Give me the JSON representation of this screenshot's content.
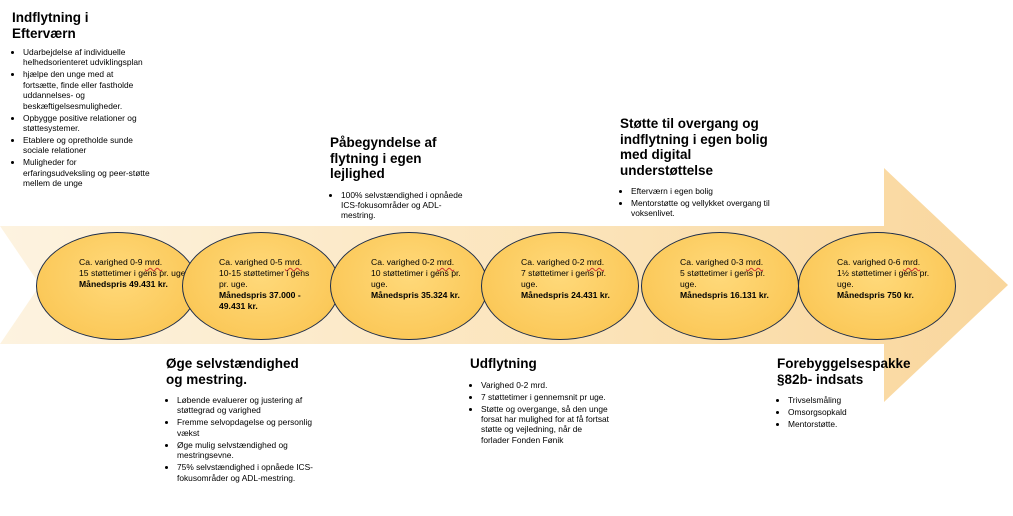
{
  "top_blocks": [
    {
      "title": "Indflytning i Efterværn",
      "items": [
        "Udarbejdelse af individuelle helhedsorienteret udviklingsplan",
        "hjælpe den unge med at fortsætte, finde eller fastholde uddannelses- og beskæftigelsesmuligheder.",
        "Opbygge positive relationer og støttesystemer.",
        "Etablere og opretholde sunde sociale relationer",
        "Muligheder for erfaringsudveksling og peer-støtte mellem de unge"
      ]
    },
    {
      "title": "Påbegyndelse af flytning i egen lejlighed",
      "items": [
        "100% selvstændighed i opnåede ICS-fokusområder og ADL-mestring."
      ]
    },
    {
      "title": "Støtte til overgang og indflytning i egen bolig med digital understøttelse",
      "items": [
        "Efterværn i egen bolig",
        "Mentorstøtte og vellykket overgang til voksenlivet."
      ]
    }
  ],
  "bottom_blocks": [
    {
      "title": "Øge selvstændighed og mestring.",
      "items": [
        "Løbende evaluerer og justering af støttegrad og varighed",
        "Fremme selvopdagelse og personlig vækst",
        "Øge mulig selvstændighed og mestringsevne.",
        "75% selvstændighed i opnåede ICS-fokusområder og ADL-mestring."
      ]
    },
    {
      "title": "Udflytning",
      "items": [
        "Varighed 0-2 mrd.",
        "7 støttetimer i gennemsnit pr uge.",
        "Støtte og overgange, så den unge forsat har mulighed for at få fortsat støtte og vejledning, når de forlader Fonden Fønik"
      ]
    },
    {
      "title": "Forebyggelsespakke §82b- indsats",
      "items": [
        "Trivselsmåling",
        "Omsorgsopkald",
        "Mentorstøtte."
      ]
    }
  ],
  "circles": [
    {
      "duration_prefix": "Ca. varighed 0-9 ",
      "duration_unit": "mrd.",
      "hours": "15 støttetimer i gens pr. uge.",
      "price_label": "Månedspris",
      "price_value": "49.431 kr."
    },
    {
      "duration_prefix": "Ca. varighed 0-5 ",
      "duration_unit": "mrd.",
      "hours": "10-15 støttetimer i gens pr. uge.",
      "price_label": "Månedspris",
      "price_value": "37.000 - 49.431 kr."
    },
    {
      "duration_prefix": "Ca. varighed 0-2 ",
      "duration_unit": "mrd.",
      "hours": "10 støttetimer i gens pr. uge.",
      "price_label": "Månedspris",
      "price_value": "35.324 kr."
    },
    {
      "duration_prefix": "Ca. varighed 0-2 ",
      "duration_unit": "mrd.",
      "hours": "7 støttetimer i gens pr. uge.",
      "price_label": "Månedspris",
      "price_value": "24.431 kr."
    },
    {
      "duration_prefix": "Ca. varighed 0-3 ",
      "duration_unit": "mrd.",
      "hours": "5 støttetimer i gens pr. uge.",
      "price_label": "Månedspris",
      "price_value": "16.131 kr."
    },
    {
      "duration_prefix": "Ca. varighed 0-6 ",
      "duration_unit": "mrd.",
      "hours": "1½ støttetimer i gens pr. uge.",
      "price_label": "Månedspris",
      "price_value": "750 kr."
    }
  ],
  "colors": {
    "arrow_light": "#fdf0d8",
    "arrow_dark": "#f9d8a0",
    "circle_fill": "#fbc95a",
    "circle_border": "#1d2d4a",
    "spellcheck_underline": "#d03030"
  }
}
